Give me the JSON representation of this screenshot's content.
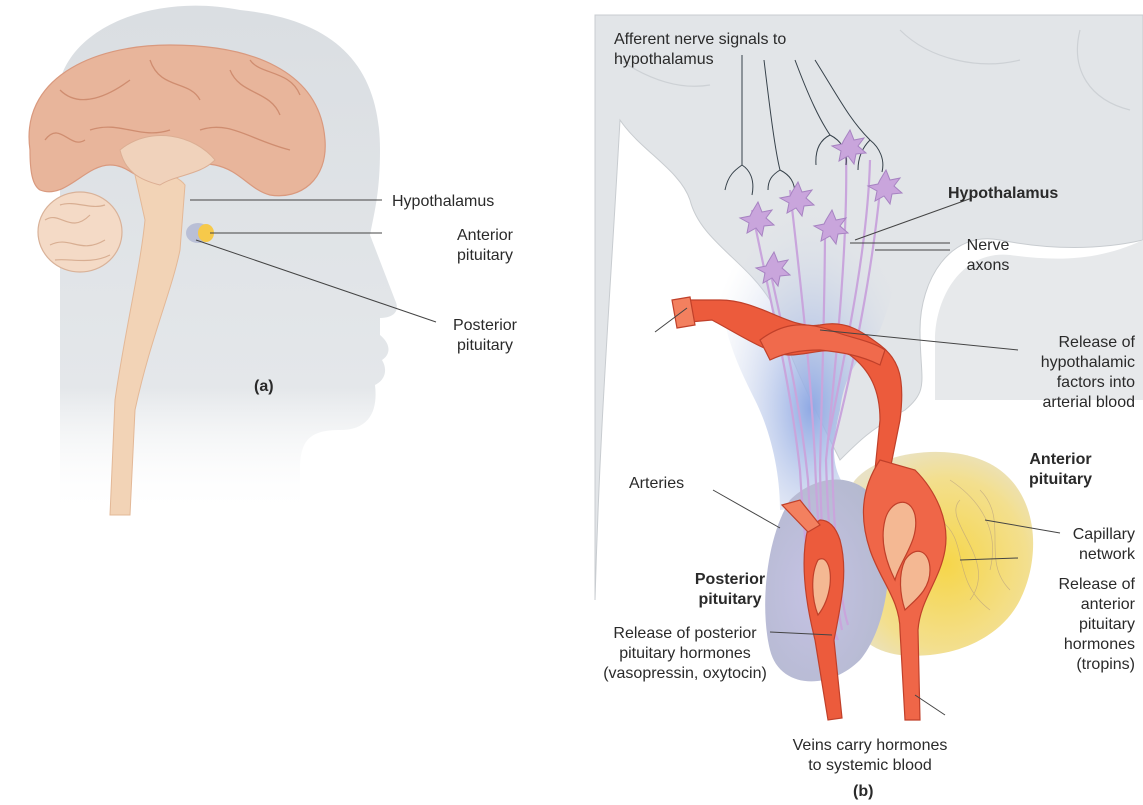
{
  "panel_a": {
    "caption": "(a)",
    "labels": {
      "hypothalamus": "Hypothalamus",
      "anterior_pituitary": [
        "Anterior",
        "pituitary"
      ],
      "posterior_pituitary": [
        "Posterior",
        "pituitary"
      ]
    }
  },
  "panel_b": {
    "caption": "(b)",
    "labels": {
      "afferent": [
        "Afferent nerve signals to",
        "hypothalamus"
      ],
      "hypothalamus": "Hypothalamus",
      "nerve_axons": [
        "Nerve",
        "axons"
      ],
      "release_hypothalamic": [
        "Release of",
        "hypothalamic",
        "factors into",
        "arterial blood"
      ],
      "arteries": "Arteries",
      "anterior_pituitary": [
        "Anterior",
        "pituitary"
      ],
      "capillary_network": [
        "Capillary",
        "network"
      ],
      "release_anterior": [
        "Release of",
        "anterior",
        "pituitary",
        "hormones",
        "(tropins)"
      ],
      "posterior_pituitary": [
        "Posterior",
        "pituitary"
      ],
      "release_posterior": [
        "Release of posterior",
        "pituitary hormones",
        "(vasopressin, oxytocin)"
      ],
      "veins": [
        "Veins carry hormones",
        "to systemic blood"
      ]
    }
  },
  "colors": {
    "head": "#dfe3e6",
    "brain": "#e8b59b",
    "brainstem": "#f2d3b6",
    "anterior_pituitary": "#f6c94a",
    "posterior_pituitary": "#b9bfd6",
    "artery": "#ec5b3c",
    "neuron": "#c9a5dc",
    "hypothalamus_glow": "#9fb6e6"
  }
}
